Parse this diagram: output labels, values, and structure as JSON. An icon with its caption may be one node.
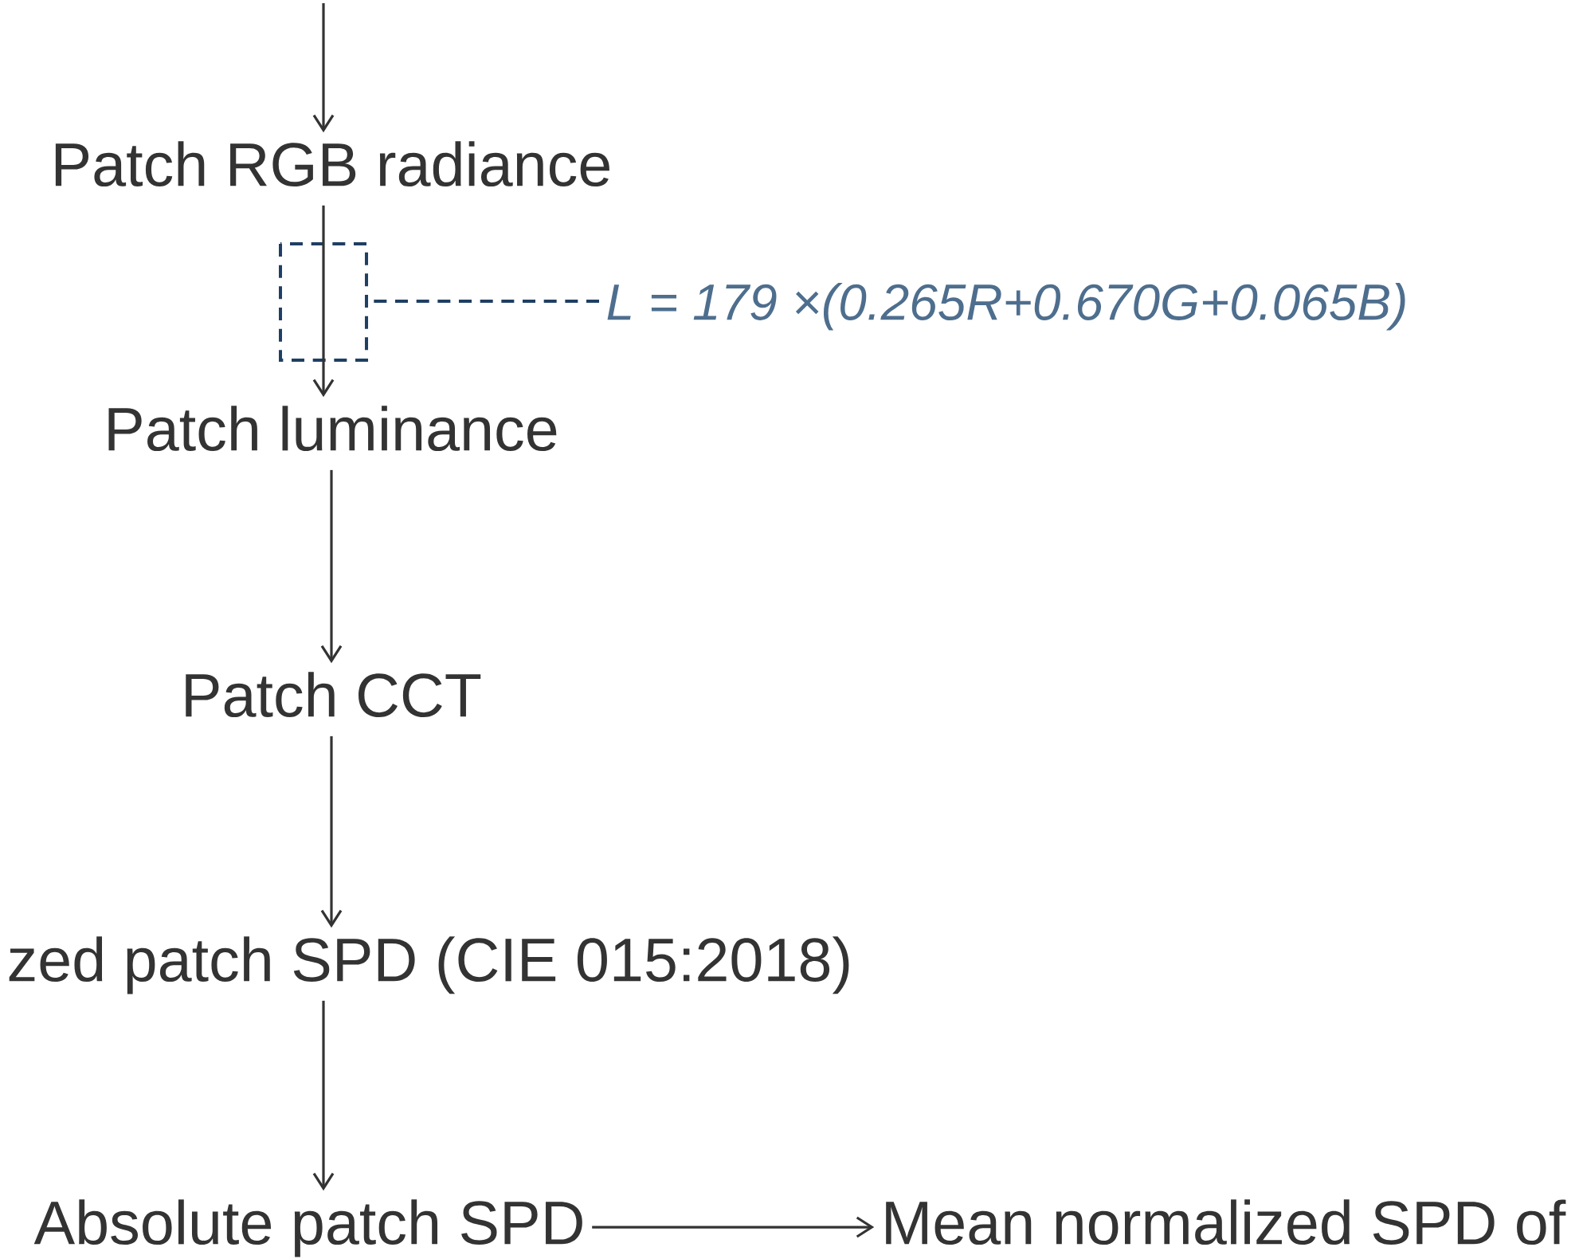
{
  "diagram": {
    "nodes": [
      {
        "text": [
          "Patch RGB radiance"
        ]
      },
      {
        "text": [
          "L = 179 ×(0.265R+0.670G+0.065B)"
        ]
      },
      {
        "text": [
          "Patch luminance"
        ]
      },
      {
        "text": [
          "Patch CCT"
        ]
      },
      {
        "text": [
          "zed patch SPD (CIE 015:2018)"
        ]
      },
      {
        "text": [
          "Absolute patch SPD"
        ]
      },
      {
        "text": [
          "Mean normalized SPD of"
        ]
      }
    ],
    "edges": [
      {
        "from": null,
        "to": 0,
        "arrow": "to"
      },
      {
        "from": 0,
        "to": 2,
        "arrow": "to"
      },
      {
        "from": 1,
        "to": null,
        "arrow": "none",
        "style": "dashed",
        "color": "#1f3f63"
      },
      {
        "from": 2,
        "to": 3,
        "arrow": "to"
      },
      {
        "from": 3,
        "to": 4,
        "arrow": "to"
      },
      {
        "from": 4,
        "to": 5,
        "arrow": "to"
      },
      {
        "from": 5,
        "to": 6,
        "arrow": "to"
      }
    ]
  }
}
